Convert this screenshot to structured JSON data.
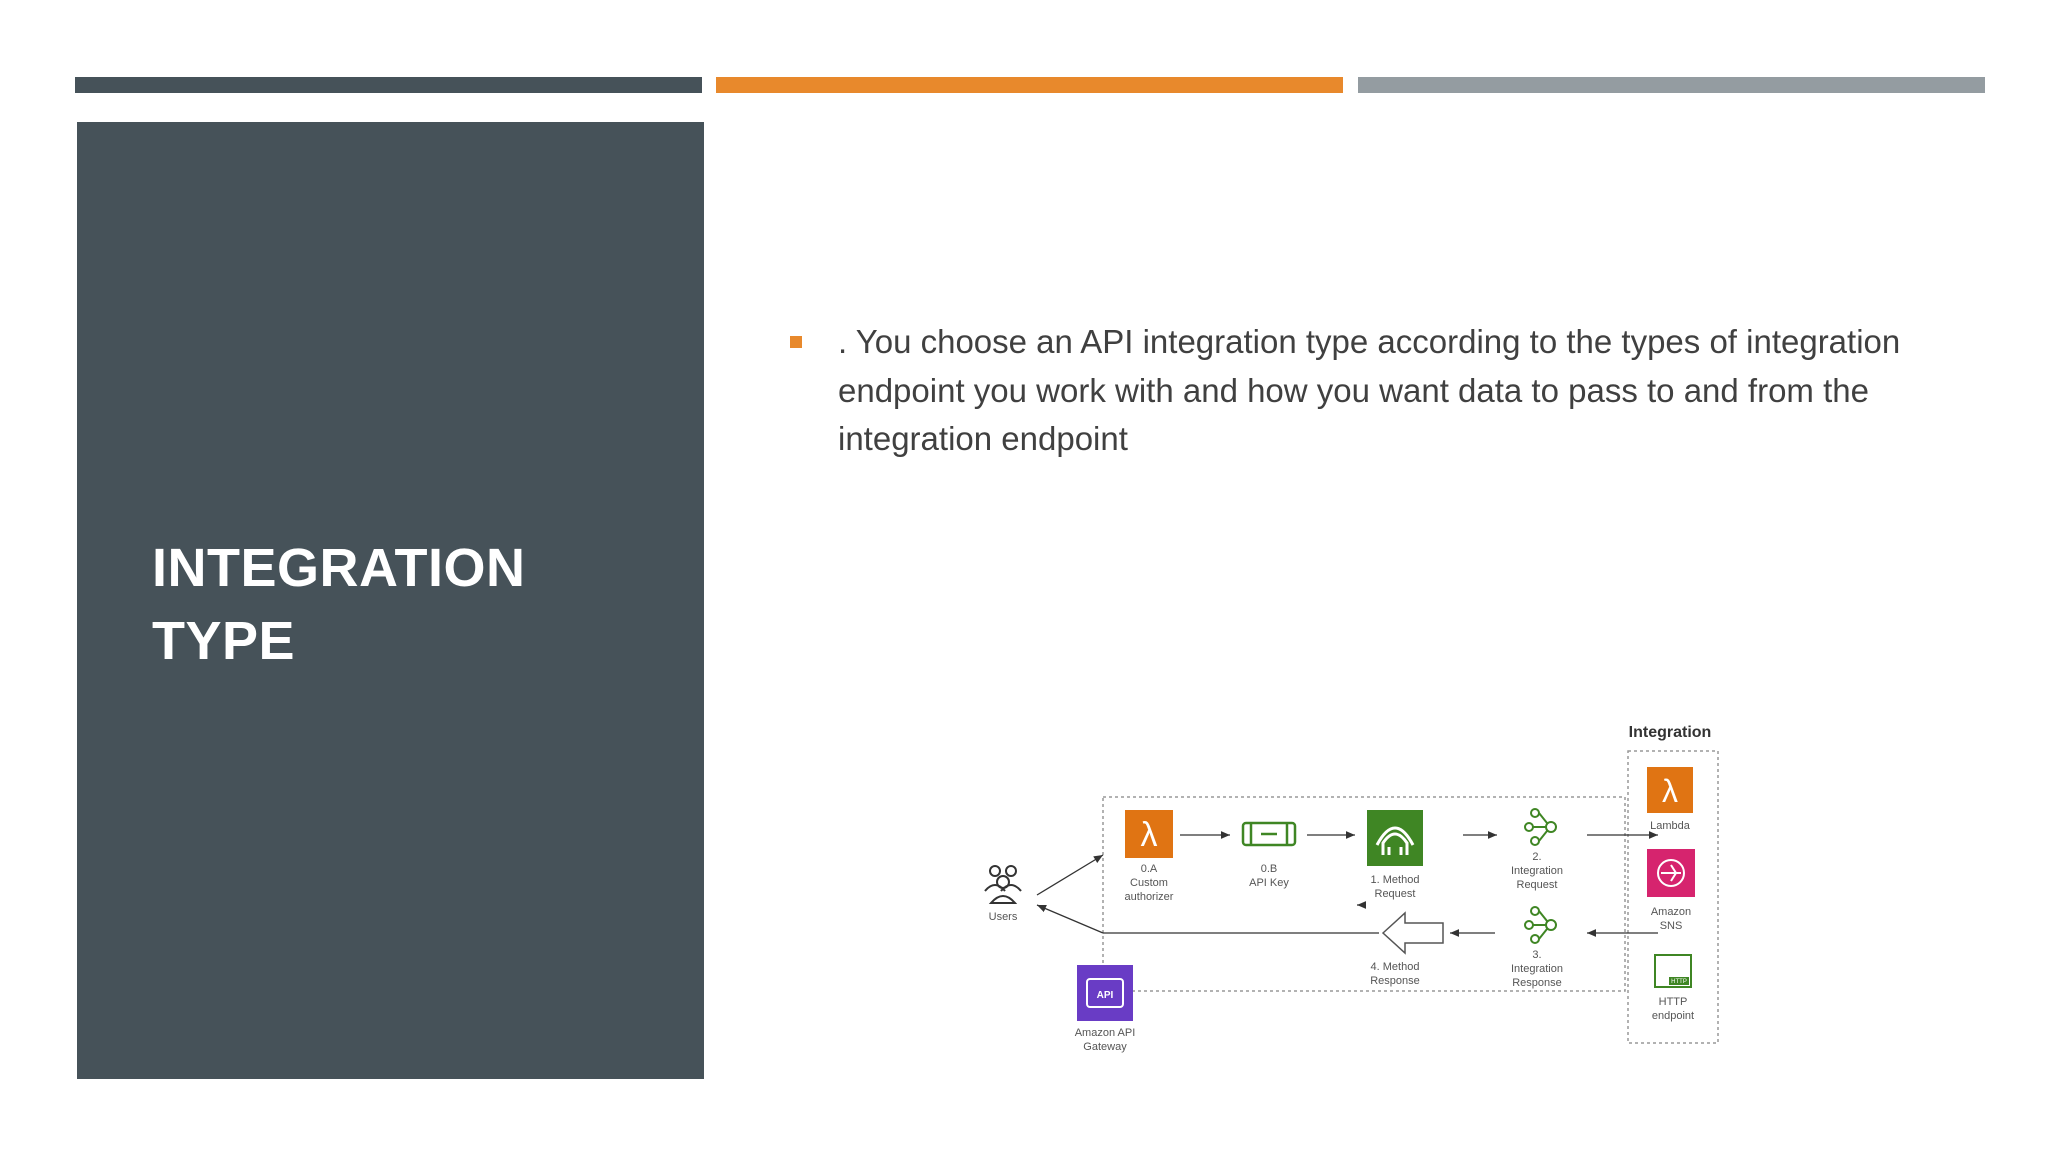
{
  "colors": {
    "dark": "#465259",
    "accent": "#E8892C",
    "gray": "#949CA1",
    "body_text": "#404040"
  },
  "slide": {
    "title_line1": "INTEGRATION",
    "title_line2": "TYPE",
    "bullet": ". You choose an API integration type according to the types of integration endpoint you work with and how you want data to pass to and from the integration endpoint"
  },
  "diagram": {
    "integration_header": "Integration",
    "users": "Users",
    "custom_authorizer": [
      "0.A",
      "Custom",
      "authorizer"
    ],
    "api_key": [
      "0.B",
      "API Key"
    ],
    "method_request": [
      "1. Method",
      "Request"
    ],
    "integration_request": [
      "2.",
      "Integration",
      "Request"
    ],
    "integration_response": [
      "3.",
      "Integration",
      "Response"
    ],
    "method_response": [
      "4. Method",
      "Response"
    ],
    "api_gateway": [
      "Amazon API",
      "Gateway"
    ],
    "api_icon": "API",
    "lambda": "Lambda",
    "sns": [
      "Amazon",
      "SNS"
    ],
    "http": [
      "HTTP",
      "endpoint"
    ],
    "http_icon": "HTTP",
    "icons": [
      "users-icon",
      "lambda-icon",
      "api-key-icon",
      "method-request-icon",
      "integration-request-icon",
      "integration-response-icon",
      "method-response-arrow-icon",
      "api-gateway-icon",
      "sns-icon",
      "http-endpoint-icon"
    ]
  }
}
